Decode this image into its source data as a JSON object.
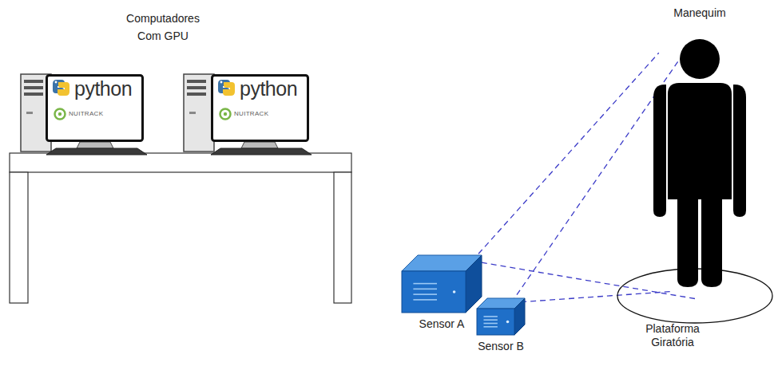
{
  "diagram": {
    "nodes": [
      {
        "text": [
          "python",
          "NUITRACK"
        ]
      },
      {
        "text": [
          "python",
          "NUITRACK"
        ]
      },
      {
        "text": [
          "Manequim"
        ]
      },
      {
        "text": [
          "Sensor A"
        ]
      },
      {
        "text": [
          "Sensor B"
        ]
      },
      {
        "text": [
          "Plataforma Giratória"
        ]
      }
    ],
    "edges": [
      {
        "from": 3,
        "to": 2,
        "arrow": "none"
      },
      {
        "from": 3,
        "to": 5,
        "arrow": "none"
      },
      {
        "from": 4,
        "to": 2,
        "arrow": "none"
      },
      {
        "from": 4,
        "to": 5,
        "arrow": "none"
      }
    ],
    "labels": [
      "Computadores Com GPU"
    ]
  }
}
